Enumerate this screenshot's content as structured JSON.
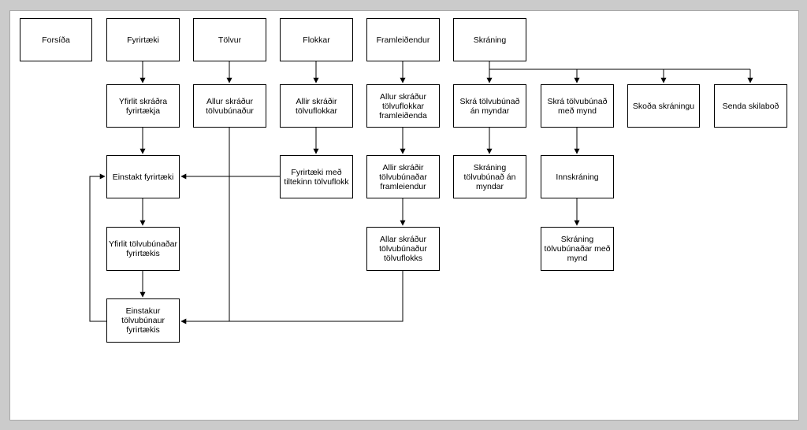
{
  "nodes": {
    "forsida": "Forsíða",
    "fyrirtaeki": "Fyrirtæki",
    "tolvur": "Tölvur",
    "flokkar": "Flokkar",
    "framleidendur": "Framleiðendur",
    "skraning": "Skráning",
    "yfirlit_skradra": "Yfirlit skráðra fyrirtækja",
    "allur_skradur": "Allur skráður tölvubúnaður",
    "allir_skradir_flokkar": "Allir skráðir tölvuflokkar",
    "allur_skradur_flokkar_framl": "Allur skráður tölvuflokkar framleiðenda",
    "skra_an_myndar": "Skrá tölvubúnað án myndar",
    "skra_med_mynd": "Skrá tölvubúnað með mynd",
    "skoda_skraningu": "Skoða skráningu",
    "senda_skilabod": "Senda skilaboð",
    "einstakt_fyrirtaeki": "Einstakt fyrirtæki",
    "fyrirtaeki_med_flokk": "Fyrirtæki með tiltekinn tölvuflokk",
    "allir_skradir_framleiendur": "Allir skráðir tölvubúnaðar framleiendur",
    "skraning_an_myndar": "Skráning tölvubúnað án myndar",
    "innskraning": "Innskráning",
    "yfirlit_tolvubunadar": "Yfirlit tölvubúnaðar fyrirtækis",
    "allar_skradur_tolvuflokks": "Allar skráður tölvubúnaður tölvuflokks",
    "skraning_med_mynd": "Skráning tölvubúnaðar með mynd",
    "einstakur_tolvubunadur": "Einstakur tölvubúnaur fyrirtækis"
  }
}
